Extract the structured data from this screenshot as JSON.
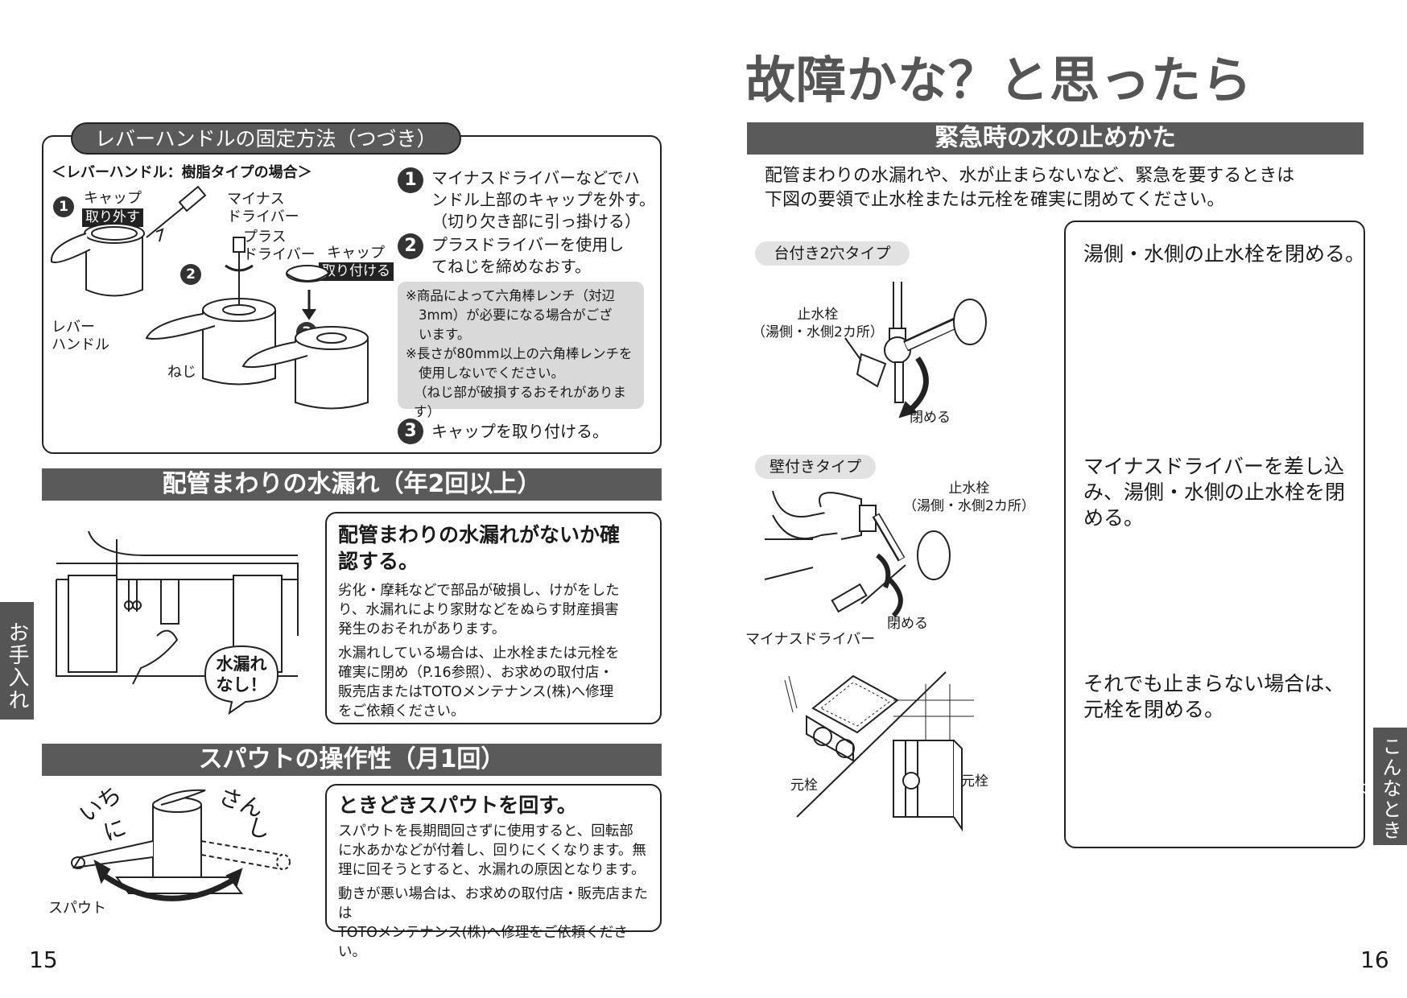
{
  "page15": {
    "page_number": "15",
    "side_tab": "お手入れ",
    "lever": {
      "title": "レバーハンドルの固定方法（つづき）",
      "subtitle": "＜レバーハンドル：樹脂タイプの場合＞",
      "diagram_labels": {
        "cap": "キャップ",
        "remove": "取り外す",
        "minus_driver_1": "マイナス",
        "minus_driver_2": "ドライバー",
        "plus_driver_1": "プラス",
        "plus_driver_2": "ドライバー",
        "cap2": "キャップ",
        "attach": "取り付ける",
        "lever_1": "レバー",
        "lever_2": "ハンドル",
        "screw": "ねじ"
      },
      "step_marks": [
        "1",
        "2",
        "3"
      ],
      "step1_l1": "マイナスドライバーなどでハ",
      "step1_l2": "ンドル上部のキャップを外す。",
      "step1_l3": "（切り欠き部に引っ掛ける）",
      "step2_l1": "プラスドライバーを使用し",
      "step2_l2": "てねじを締めなおす。",
      "note_l1": "※商品によって六角棒レンチ（対辺",
      "note_l2": "3mm）が必要になる場合がござ",
      "note_l3": "います。",
      "note_l4": "※長さが80mm以上の六角棒レンチを",
      "note_l5": "使用しないでください。",
      "note_l6": "（ねじ部が破損するおそれがあります）",
      "step3": "キャップを取り付ける。"
    },
    "piping": {
      "bar": "配管まわりの水漏れ（年2回以上）",
      "heading_l1": "配管まわりの水漏れがないか確",
      "heading_l2": "認する。",
      "p1_l1": "劣化・摩耗などで部品が破損し、けがをした",
      "p1_l2": "り、水漏れにより家財などをぬらす財産損害",
      "p1_l3": "発生のおそれがあります。",
      "p2_l1": "水漏れしている場合は、止水栓または元栓を",
      "p2_l2": "確実に閉め（P.16参照）、お求めの取付店・",
      "p2_l3": "販売店またはTOTOメンテナンス(株)へ修理",
      "p2_l4": "をご依頼ください。",
      "bubble_l1": "水漏れ",
      "bubble_l2": "なし！"
    },
    "spout": {
      "bar": "スパウトの操作性（月1回）",
      "heading": "ときどきスパウトを回す。",
      "p1_l1": "スパウトを長期間回さずに使用すると、回転部",
      "p1_l2": "に水あかなどが付着し、回りにくくなります。無",
      "p1_l3": "理に回そうとすると、水漏れの原因となります。",
      "p2_l1": "動きが悪い場合は、お求めの取付店・販売店または",
      "p2_l2": "TOTOメンテナンス(株)へ修理をご依頼ください。",
      "label_spout": "スパウト",
      "label_ichi": "いち",
      "label_ni": "に",
      "label_san": "さん",
      "label_shi": "し"
    }
  },
  "page16": {
    "page_number": "16",
    "side_tab": "こんなときは",
    "title": "故障かな？と思ったら",
    "bar": "緊急時の水の止めかた",
    "intro_l1": "配管まわりの水漏れや、水が止まらないなど、緊急を要するときは",
    "intro_l2": "下図の要領で止水栓または元栓を確実に閉めてください。",
    "type1": "台付き2穴タイプ",
    "type2": "壁付きタイプ",
    "stopcock": "止水栓",
    "stopcock_sub": "（湯側・水側2カ所）",
    "close": "閉める",
    "minus_driver": "マイナスドライバー",
    "main_valve": "元栓",
    "instr1": "湯側・水側の止水栓を閉める。",
    "instr2_l1": "マイナスドライバーを差し込",
    "instr2_l2": "み、湯側・水側の止水栓を閉",
    "instr2_l3": "める。",
    "instr3_l1": "それでも止まらない場合は、",
    "instr3_l2": "元栓を閉める。"
  },
  "colors": {
    "bar": "#5a5a5a",
    "note_bg": "#d9d9d9",
    "pill_bg": "#e2e2e2",
    "text": "#1a1a1a"
  }
}
